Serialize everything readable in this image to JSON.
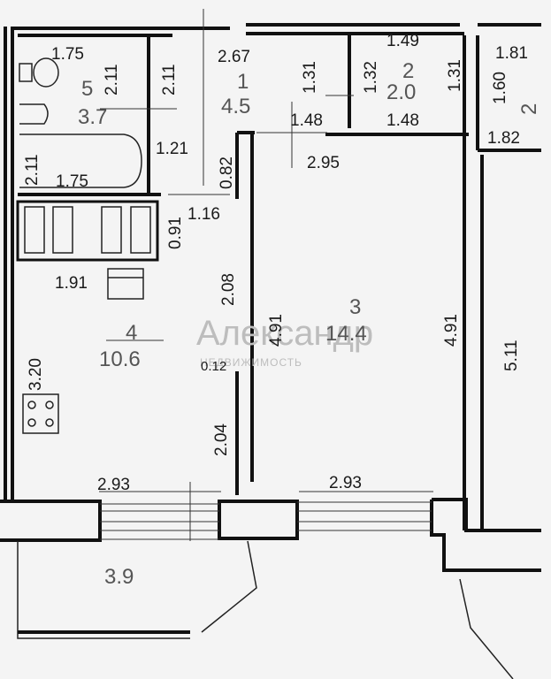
{
  "rooms": {
    "r1": {
      "number": "1",
      "area": "4.5"
    },
    "r2": {
      "number": "2",
      "area": "2.0"
    },
    "r2b": {
      "number": "2"
    },
    "r3": {
      "number": "3",
      "area": "14.4"
    },
    "r4": {
      "number": "4",
      "area": "10.6"
    },
    "r5": {
      "number": "5",
      "area": "3.7"
    },
    "balcony": {
      "area": "3.9"
    }
  },
  "dimensions": {
    "d_175_top": "1.75",
    "d_211_a": "2.11",
    "d_211_b": "2.11",
    "d_267": "2.67",
    "d_131_a": "1.31",
    "d_132": "1.32",
    "d_149": "1.49",
    "d_131_b": "1.31",
    "d_181": "1.81",
    "d_160": "1.60",
    "d_182": "1.82",
    "d_148_a": "1.48",
    "d_148_b": "1.48",
    "d_121": "1.21",
    "d_082": "0.82",
    "d_295": "2.95",
    "d_211_c": "2.11",
    "d_175_bot": "1.75",
    "d_091": "0.91",
    "d_116": "1.16",
    "d_208": "2.08",
    "d_191": "1.91",
    "d_491_a": "4.91",
    "d_491_b": "4.91",
    "d_511": "5.11",
    "d_012": "0.12",
    "d_320": "3.20",
    "d_204": "2.04",
    "d_293_a": "2.93",
    "d_293_b": "2.93"
  },
  "watermark": {
    "brand": "Александр",
    "sub": "НЕДВИЖИМОСТЬ"
  }
}
